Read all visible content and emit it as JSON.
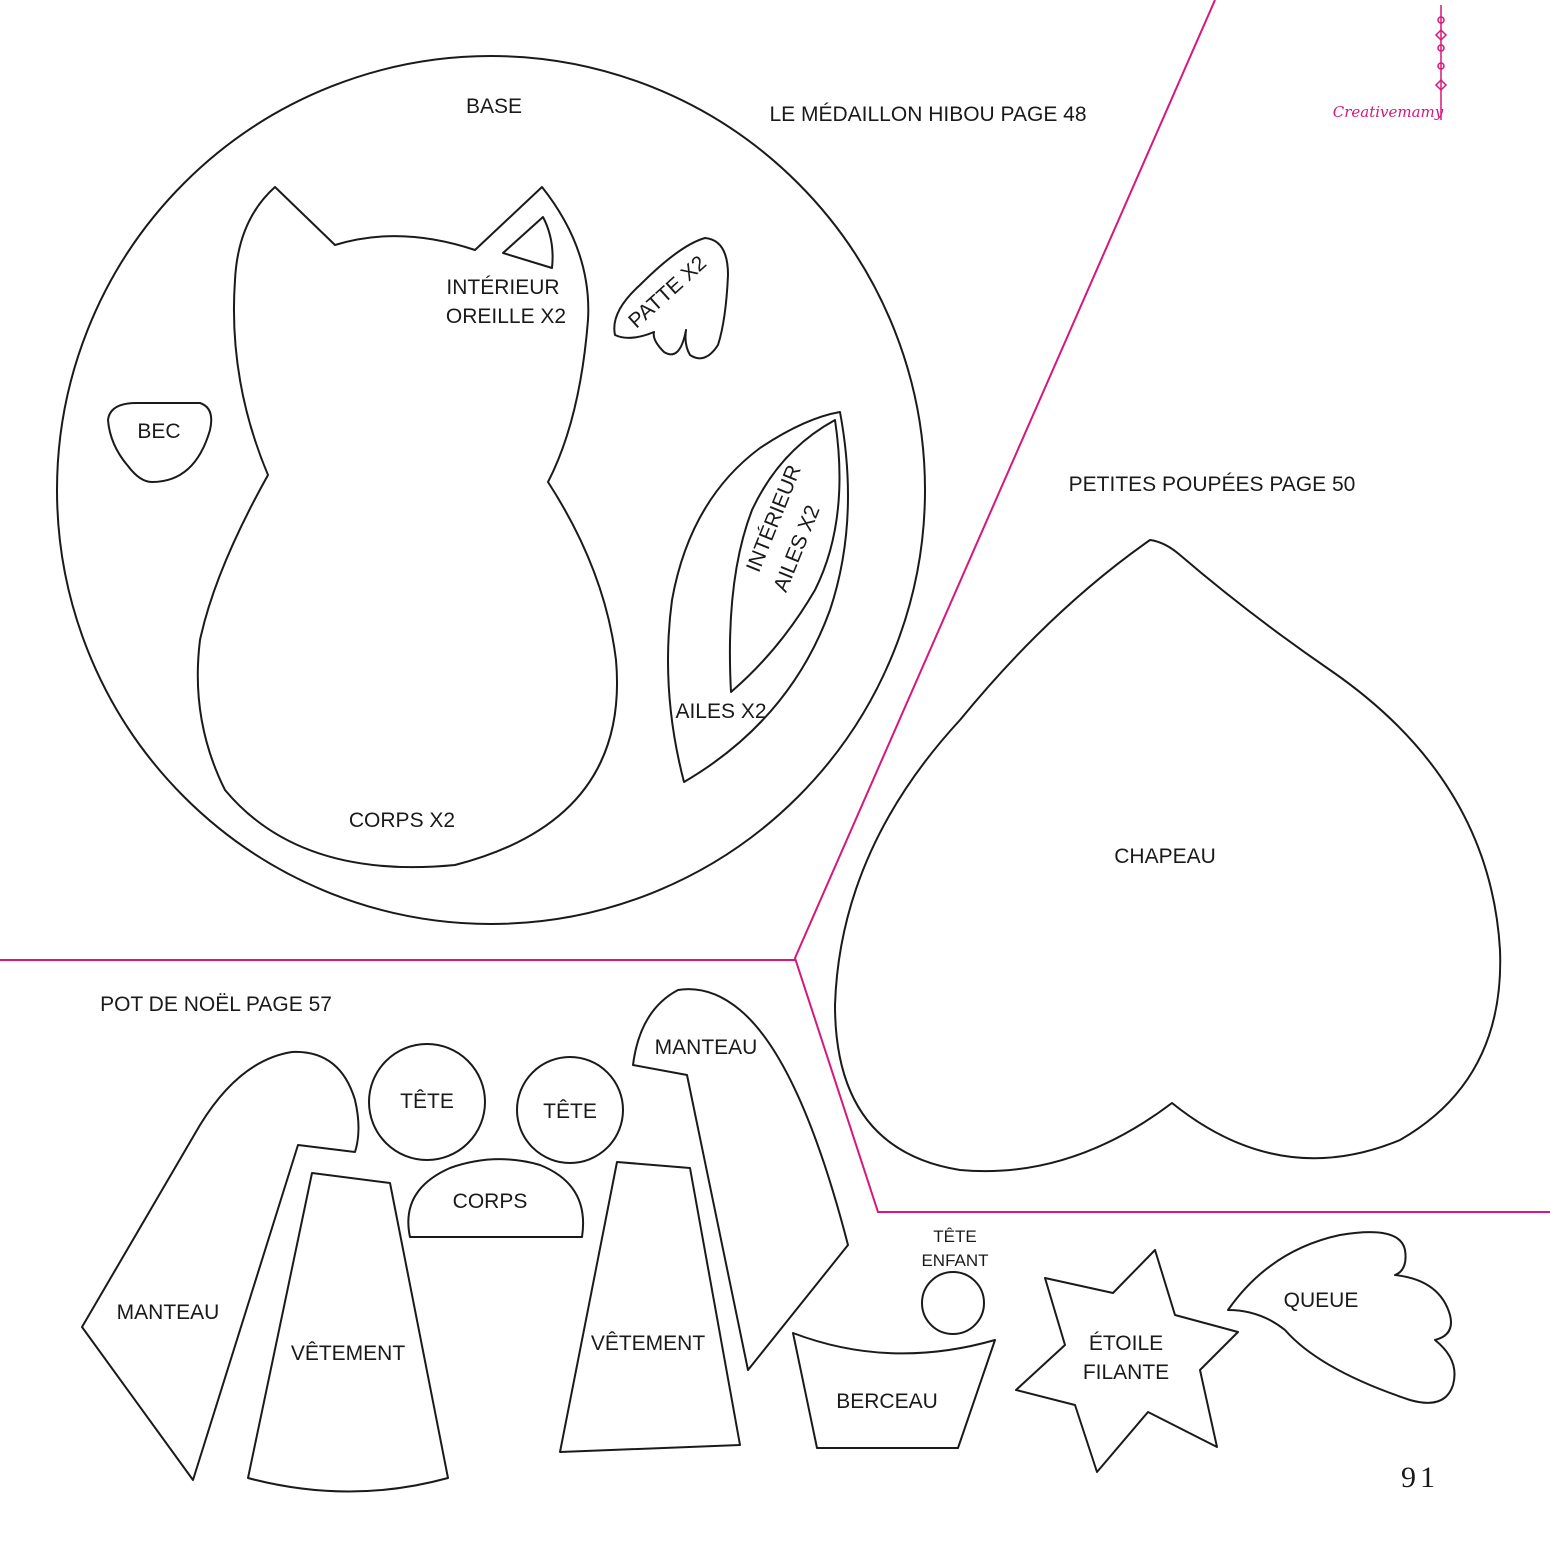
{
  "brand": {
    "name": "Creativemamy",
    "color": "#d6177c"
  },
  "page_number": "91",
  "sections": {
    "medaillon": {
      "title": "LE MÉDAILLON HIBOU PAGE 48",
      "base": "BASE",
      "interieur_oreille_1": "INTÉRIEUR",
      "interieur_oreille_2": "OREILLE X2",
      "patte": "PATTE X2",
      "bec": "BEC",
      "interieur_ailes_1": "INTÉRIEUR",
      "interieur_ailes_2": "AILES X2",
      "ailes": "AILES X2",
      "corps": "CORPS X2"
    },
    "poupees": {
      "title": "PETITES POUPÉES PAGE 50",
      "chapeau": "CHAPEAU"
    },
    "pot_noel": {
      "title": "POT DE NOËL PAGE 57",
      "manteau_left": "MANTEAU",
      "vetement_left": "VÊTEMENT",
      "tete_1": "TÊTE",
      "tete_2": "TÊTE",
      "corps": "CORPS",
      "manteau_right": "MANTEAU",
      "vetement_right": "VÊTEMENT",
      "tete_enfant_1": "TÊTE",
      "tete_enfant_2": "ENFANT",
      "berceau": "BERCEAU",
      "etoile_1": "ÉTOILE",
      "etoile_2": "FILANTE",
      "queue": "QUEUE"
    }
  }
}
